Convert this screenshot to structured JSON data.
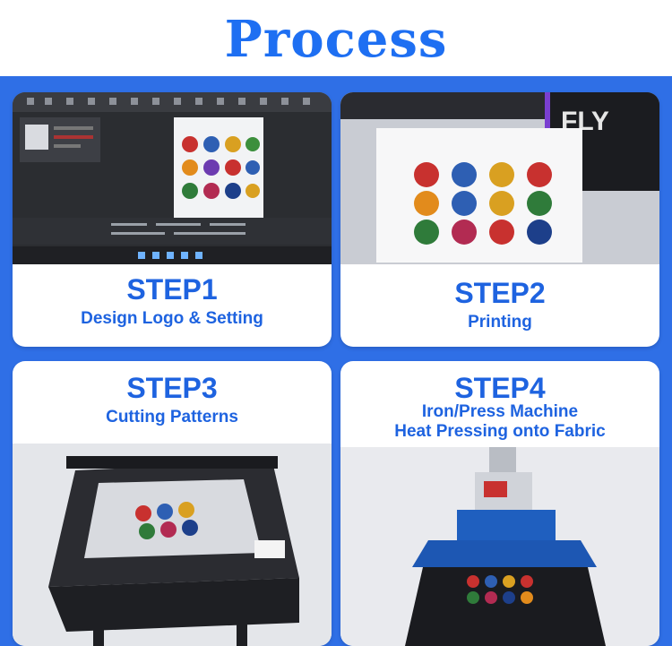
{
  "page": {
    "title": "Process"
  },
  "steps": [
    {
      "step": "STEP1",
      "desc": "Design Logo & Setting",
      "image": "design-software-screenshot"
    },
    {
      "step": "STEP2",
      "desc": "Printing",
      "image": "uv-printer-bed-photo",
      "brand": "FLY"
    },
    {
      "step": "STEP3",
      "desc": "Cutting Patterns",
      "image": "flatbed-cutter-photo"
    },
    {
      "step": "STEP4",
      "desc_line1": "Iron/Press Machine",
      "desc_line2": "Heat Pressing onto Fabric",
      "image": "heat-press-machine-photo"
    }
  ],
  "colors": {
    "accent": "#1e6ff2",
    "panel": "#2f6fe6",
    "card": "#ffffff"
  }
}
